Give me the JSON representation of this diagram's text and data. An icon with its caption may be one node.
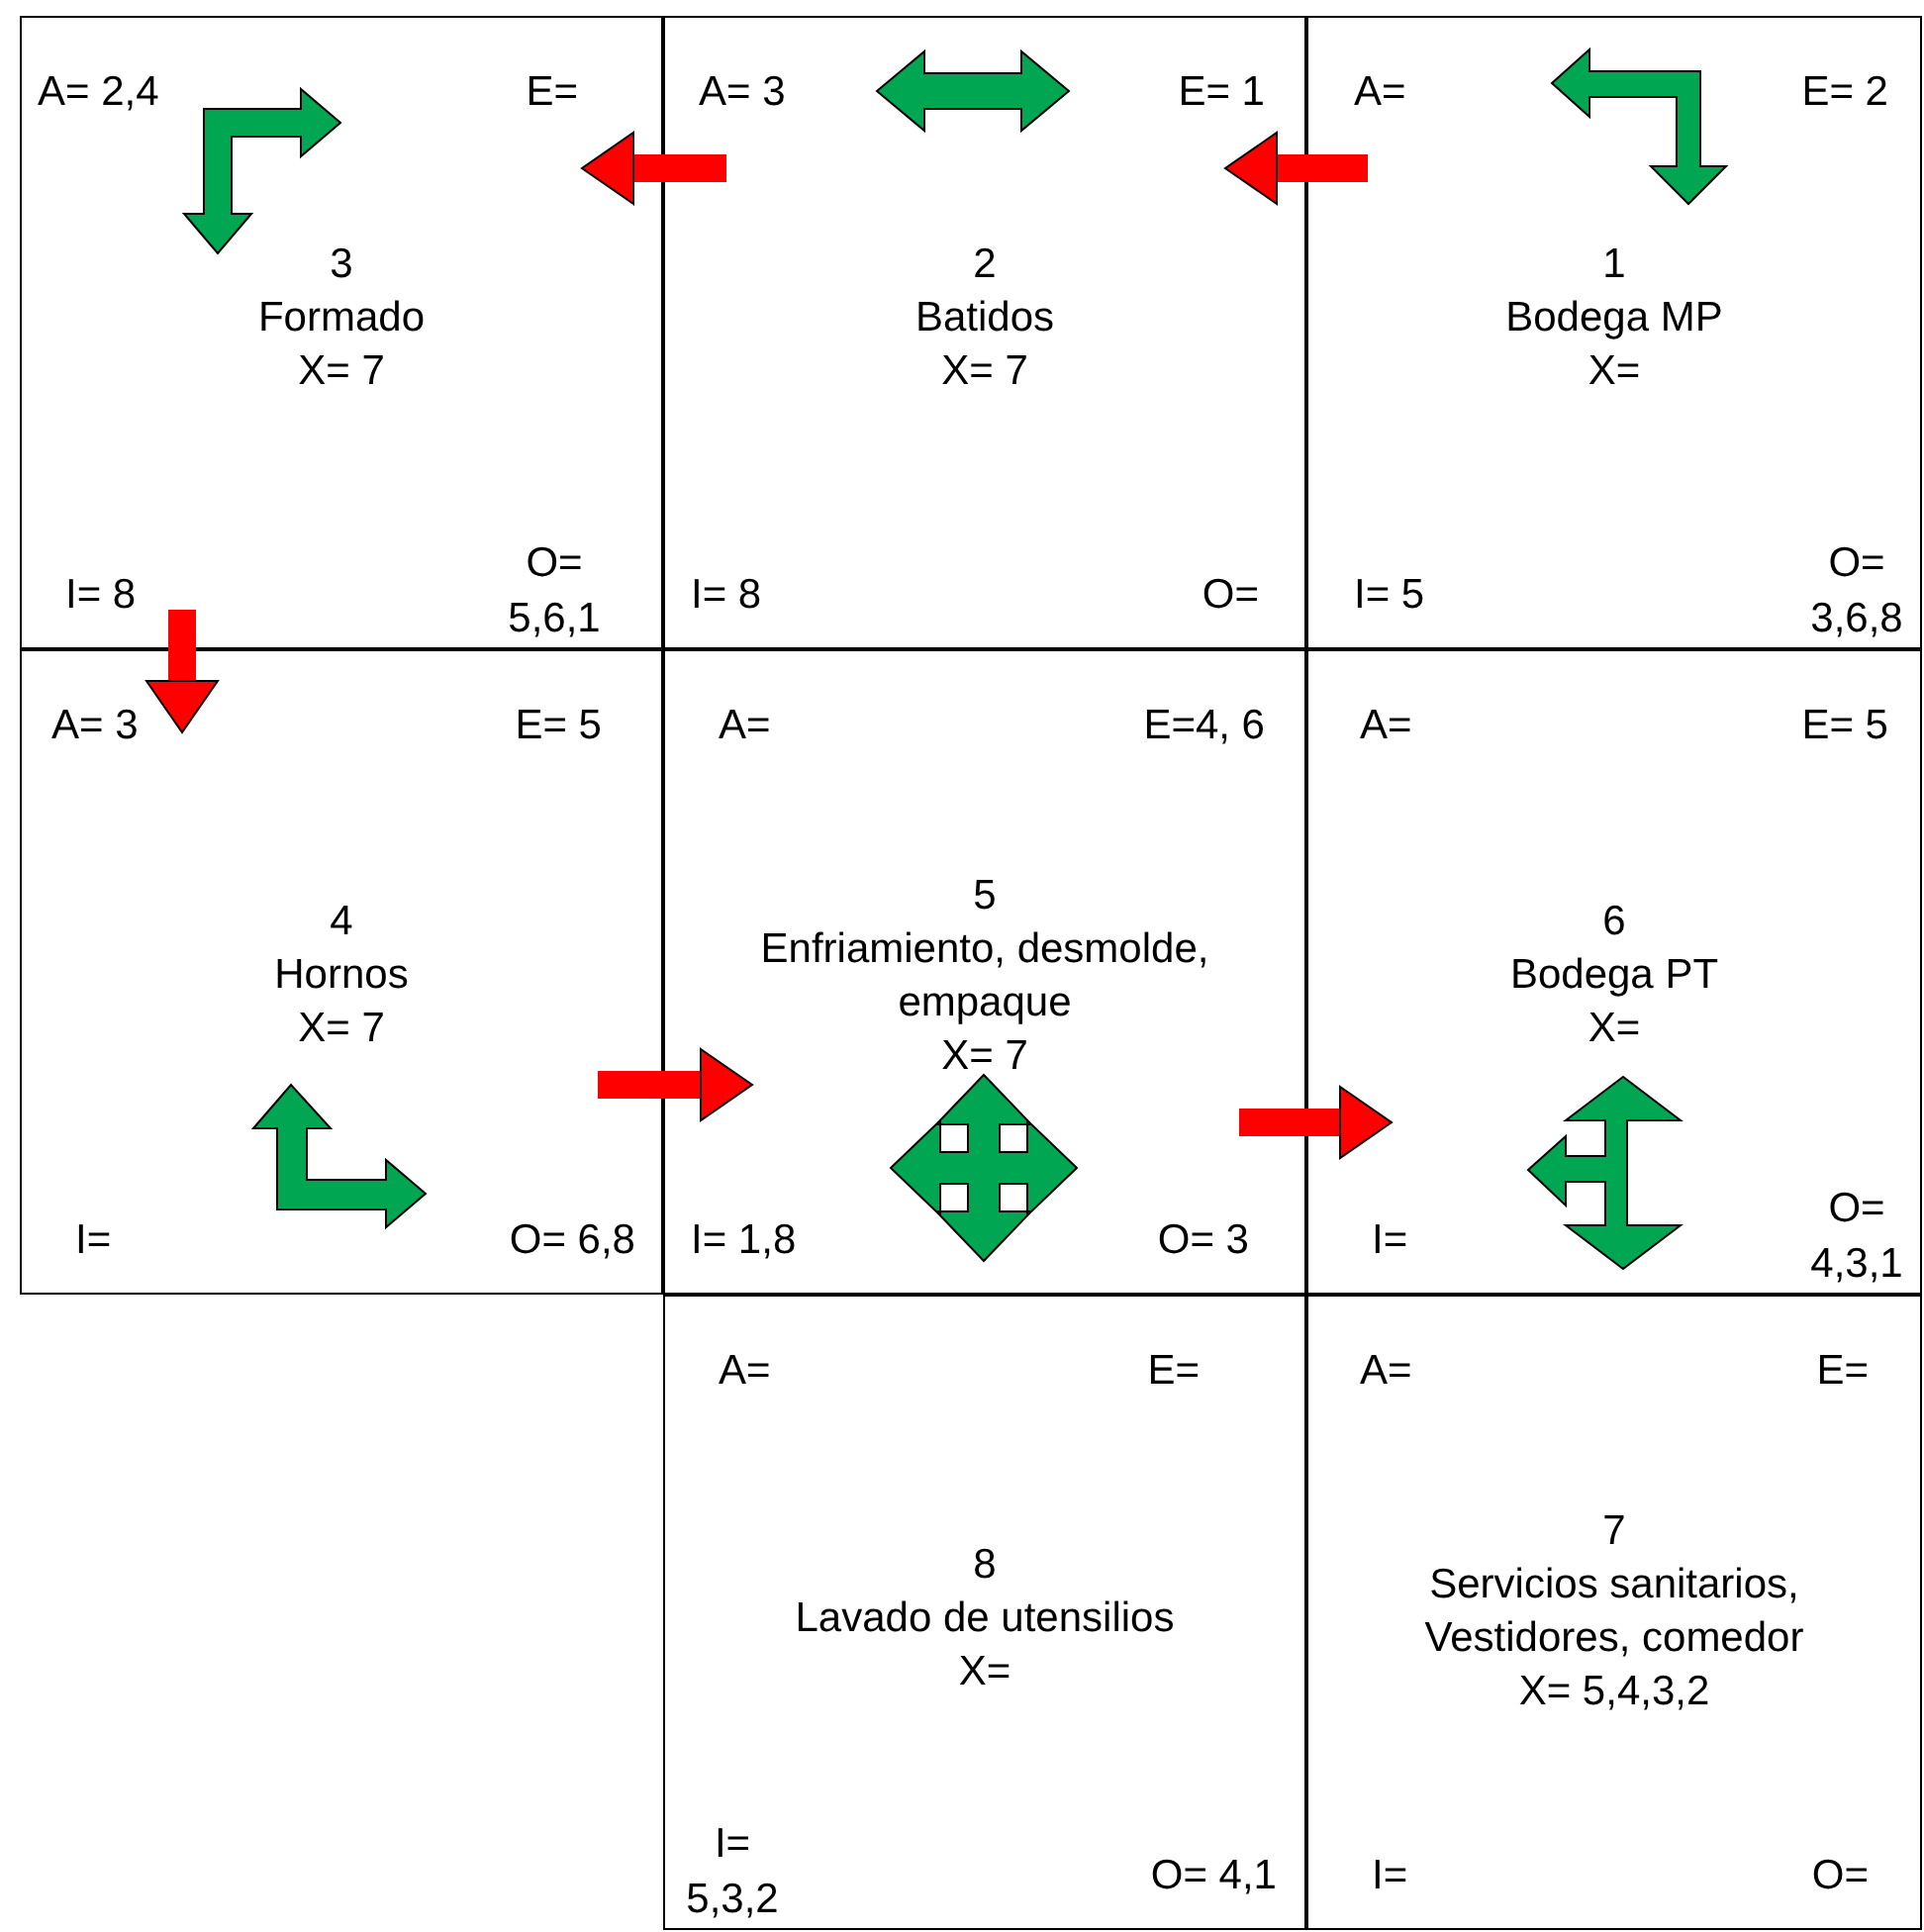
{
  "diagram": {
    "nodes": [
      {
        "text": [
          "A= 2,4",
          "E=",
          "3",
          "Formado",
          "X= 7",
          "I= 8",
          "O= 5,6,1"
        ]
      },
      {
        "text": [
          "A= 3",
          "E= 1",
          "2",
          "Batidos",
          "X= 7",
          "I= 8",
          "O="
        ]
      },
      {
        "text": [
          "A=",
          "E= 2",
          "1",
          "Bodega MP",
          "X=",
          "I= 5",
          "O= 3,6,8"
        ]
      },
      {
        "text": [
          "A= 3",
          "E= 5",
          "4",
          "Hornos",
          "X= 7",
          "I=",
          "O= 6,8"
        ]
      },
      {
        "text": [
          "A=",
          "E=4, 6",
          "5",
          "Enfriamiento, desmolde, empaque",
          "X= 7",
          "I= 1,8",
          "O= 3"
        ]
      },
      {
        "text": [
          "A=",
          "E= 5",
          "6",
          "Bodega PT",
          "X=",
          "I=",
          "O= 4,3,1"
        ]
      },
      {
        "text": [
          "A=",
          "E=",
          "8",
          "Lavado de utensilios",
          "X=",
          "I= 5,3,2",
          "O= 4,1"
        ]
      },
      {
        "text": [
          "A=",
          "E=",
          "7",
          "Servicios sanitarios, Vestidores, comedor",
          "X= 5,4,3,2",
          "I=",
          "O="
        ]
      }
    ],
    "edges": [
      {
        "from": 2,
        "to": 1,
        "arrow": "to"
      },
      {
        "from": 1,
        "to": 0,
        "arrow": "to"
      },
      {
        "from": 0,
        "to": 3,
        "arrow": "to"
      },
      {
        "from": 3,
        "to": 4,
        "arrow": "to"
      },
      {
        "from": 4,
        "to": 5,
        "arrow": "to"
      }
    ]
  }
}
